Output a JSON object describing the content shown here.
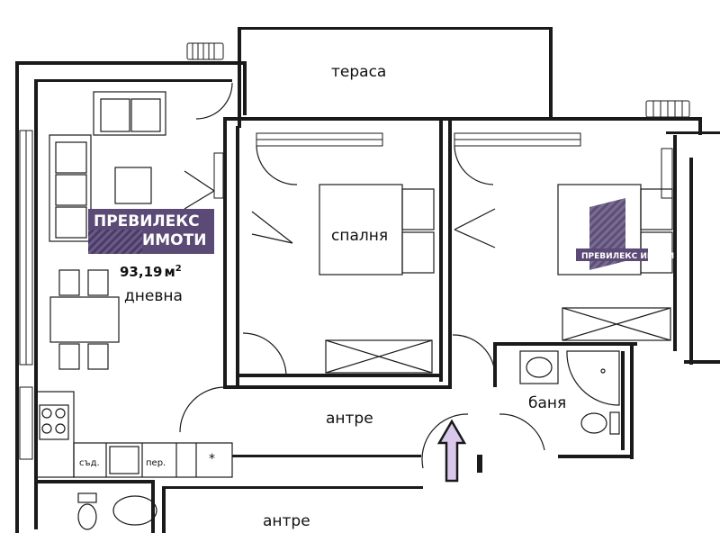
{
  "rooms": {
    "terrace": "тераса",
    "living": "дневна",
    "bedroom": "спалня",
    "hall": "антре",
    "hall_lower": "антре",
    "bathroom": "баня",
    "dishwasher": "съд.",
    "washer": "пер.",
    "appliance_mark": "*"
  },
  "area": {
    "value": "93,19",
    "unit": "м",
    "sup": "2"
  },
  "watermark": {
    "line1": "ПРЕВИЛЕКС",
    "line2": "ИМОТИ",
    "small": "ПРЕВИЛЕКС ИМОТИ"
  },
  "colors": {
    "wall": "#1a1a1a",
    "logo_bg": "#5b4a75",
    "arrow_fill": "#d9c8ec",
    "arrow_stroke": "#1a1a1a"
  }
}
